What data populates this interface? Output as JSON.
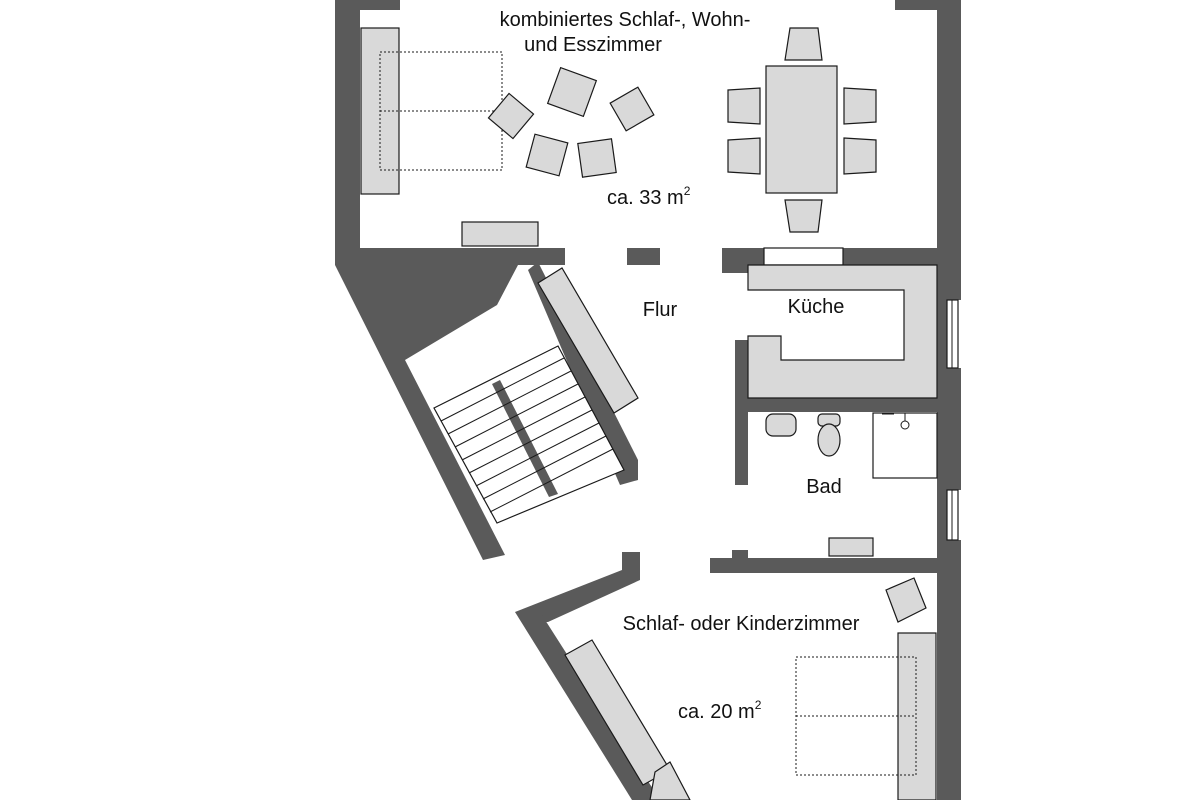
{
  "rooms": {
    "living": {
      "name_line1": "kombiniertes Schlaf-, Wohn-",
      "name_line2": "und Esszimmer",
      "area_prefix": "ca. 33 m",
      "area_unit_exp": "2"
    },
    "hall": {
      "name": "Flur"
    },
    "kitchen": {
      "name": "Küche"
    },
    "bath": {
      "name": "Bad"
    },
    "bedroom": {
      "name": "Schlaf- oder Kinderzimmer",
      "area_prefix": "ca. 20 m",
      "area_unit_exp": "2"
    }
  },
  "colors": {
    "wall": "#5a5a5a",
    "furniture": "#d9d9d9",
    "outline": "#1a1a1a",
    "background": "#ffffff"
  }
}
